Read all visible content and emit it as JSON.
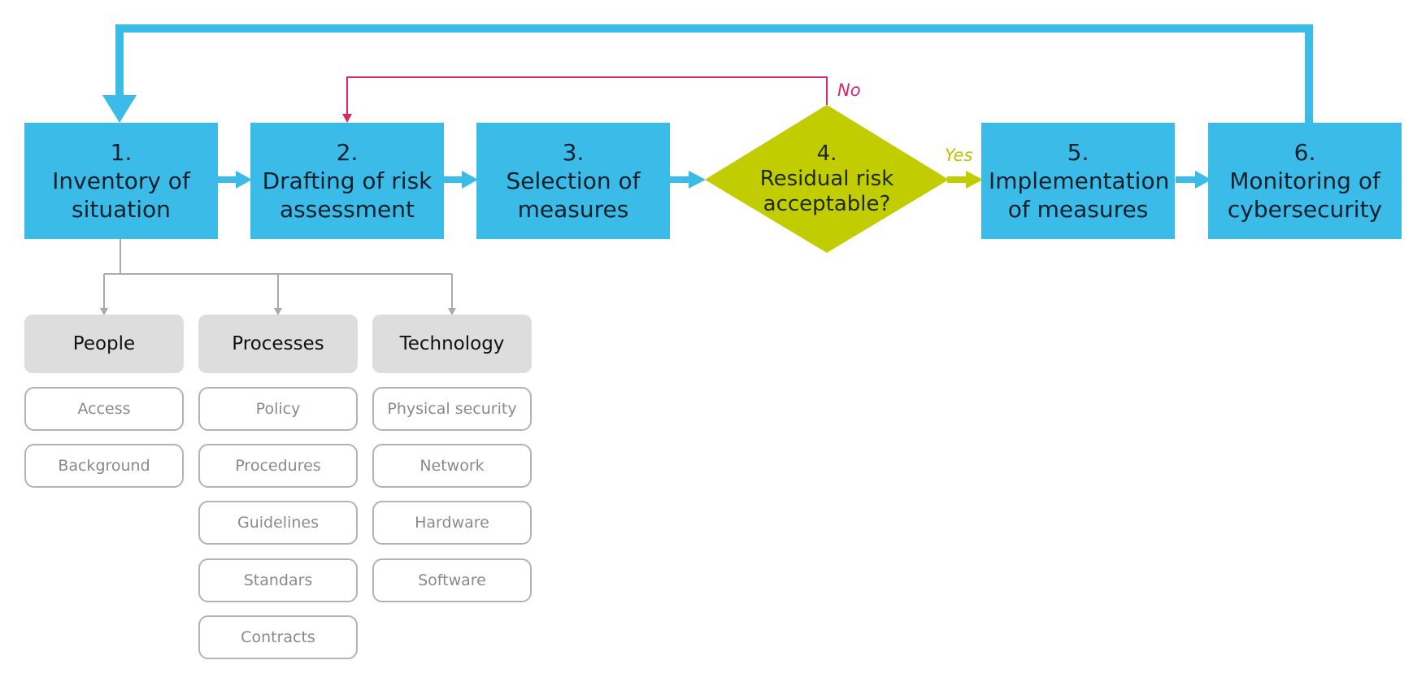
{
  "steps": [
    {
      "number": "1.",
      "label": "Inventory of situation"
    },
    {
      "number": "2.",
      "label": "Drafting of risk assessment"
    },
    {
      "number": "3.",
      "label": "Selection of measures"
    },
    {
      "number": "4.",
      "label": "Residual risk acceptable?"
    },
    {
      "number": "5.",
      "label": "Implementation of measures"
    },
    {
      "number": "6.",
      "label": "Monitoring of cybersecurity"
    }
  ],
  "branches": {
    "no": "No",
    "yes": "Yes"
  },
  "categories": [
    {
      "label": "People",
      "items": [
        "Access",
        "Background"
      ]
    },
    {
      "label": "Processes",
      "items": [
        "Policy",
        "Procedures",
        "Guidelines",
        "Standars",
        "Contracts"
      ]
    },
    {
      "label": "Technology",
      "items": [
        "Physical security",
        "Network",
        "Hardware",
        "Software"
      ]
    }
  ],
  "colors": {
    "process_box": "#3bbbe8",
    "decision": "#c1cd00",
    "no_branch": "#d4296b",
    "yes_branch": "#b9c400",
    "category_box": "#dddddd",
    "item_border": "#b3b3b3",
    "connector_gray": "#aaaaaa"
  }
}
